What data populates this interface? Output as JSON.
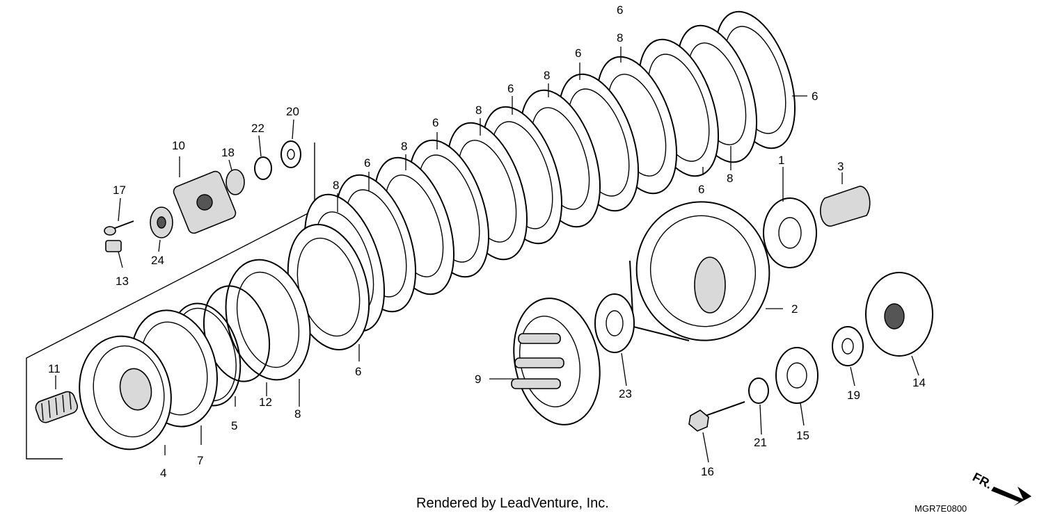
{
  "callouts": [
    {
      "id": "c1",
      "text": "1"
    },
    {
      "id": "c2",
      "text": "2"
    },
    {
      "id": "c3",
      "text": "3"
    },
    {
      "id": "c4",
      "text": "4"
    },
    {
      "id": "c5",
      "text": "5"
    },
    {
      "id": "c6a",
      "text": "6"
    },
    {
      "id": "c6b",
      "text": "6"
    },
    {
      "id": "c6c",
      "text": "6"
    },
    {
      "id": "c6d",
      "text": "6"
    },
    {
      "id": "c6e",
      "text": "6"
    },
    {
      "id": "c6f",
      "text": "6"
    },
    {
      "id": "c6g",
      "text": "6"
    },
    {
      "id": "c6h",
      "text": "6"
    },
    {
      "id": "c7",
      "text": "7"
    },
    {
      "id": "c8a",
      "text": "8"
    },
    {
      "id": "c8b",
      "text": "8"
    },
    {
      "id": "c8c",
      "text": "8"
    },
    {
      "id": "c8d",
      "text": "8"
    },
    {
      "id": "c8e",
      "text": "8"
    },
    {
      "id": "c8f",
      "text": "8"
    },
    {
      "id": "c8g",
      "text": "8"
    },
    {
      "id": "c9",
      "text": "9"
    },
    {
      "id": "c10",
      "text": "10"
    },
    {
      "id": "c11",
      "text": "11"
    },
    {
      "id": "c12",
      "text": "12"
    },
    {
      "id": "c13",
      "text": "13"
    },
    {
      "id": "c14",
      "text": "14"
    },
    {
      "id": "c15",
      "text": "15"
    },
    {
      "id": "c16",
      "text": "16"
    },
    {
      "id": "c17",
      "text": "17"
    },
    {
      "id": "c18",
      "text": "18"
    },
    {
      "id": "c19",
      "text": "19"
    },
    {
      "id": "c20",
      "text": "20"
    },
    {
      "id": "c21",
      "text": "21"
    },
    {
      "id": "c22",
      "text": "22"
    },
    {
      "id": "c23",
      "text": "23"
    },
    {
      "id": "c24",
      "text": "24"
    }
  ],
  "footer": {
    "credit": "Rendered by LeadVenture, Inc.",
    "code": "MGR7E0800",
    "direction": "FR."
  }
}
